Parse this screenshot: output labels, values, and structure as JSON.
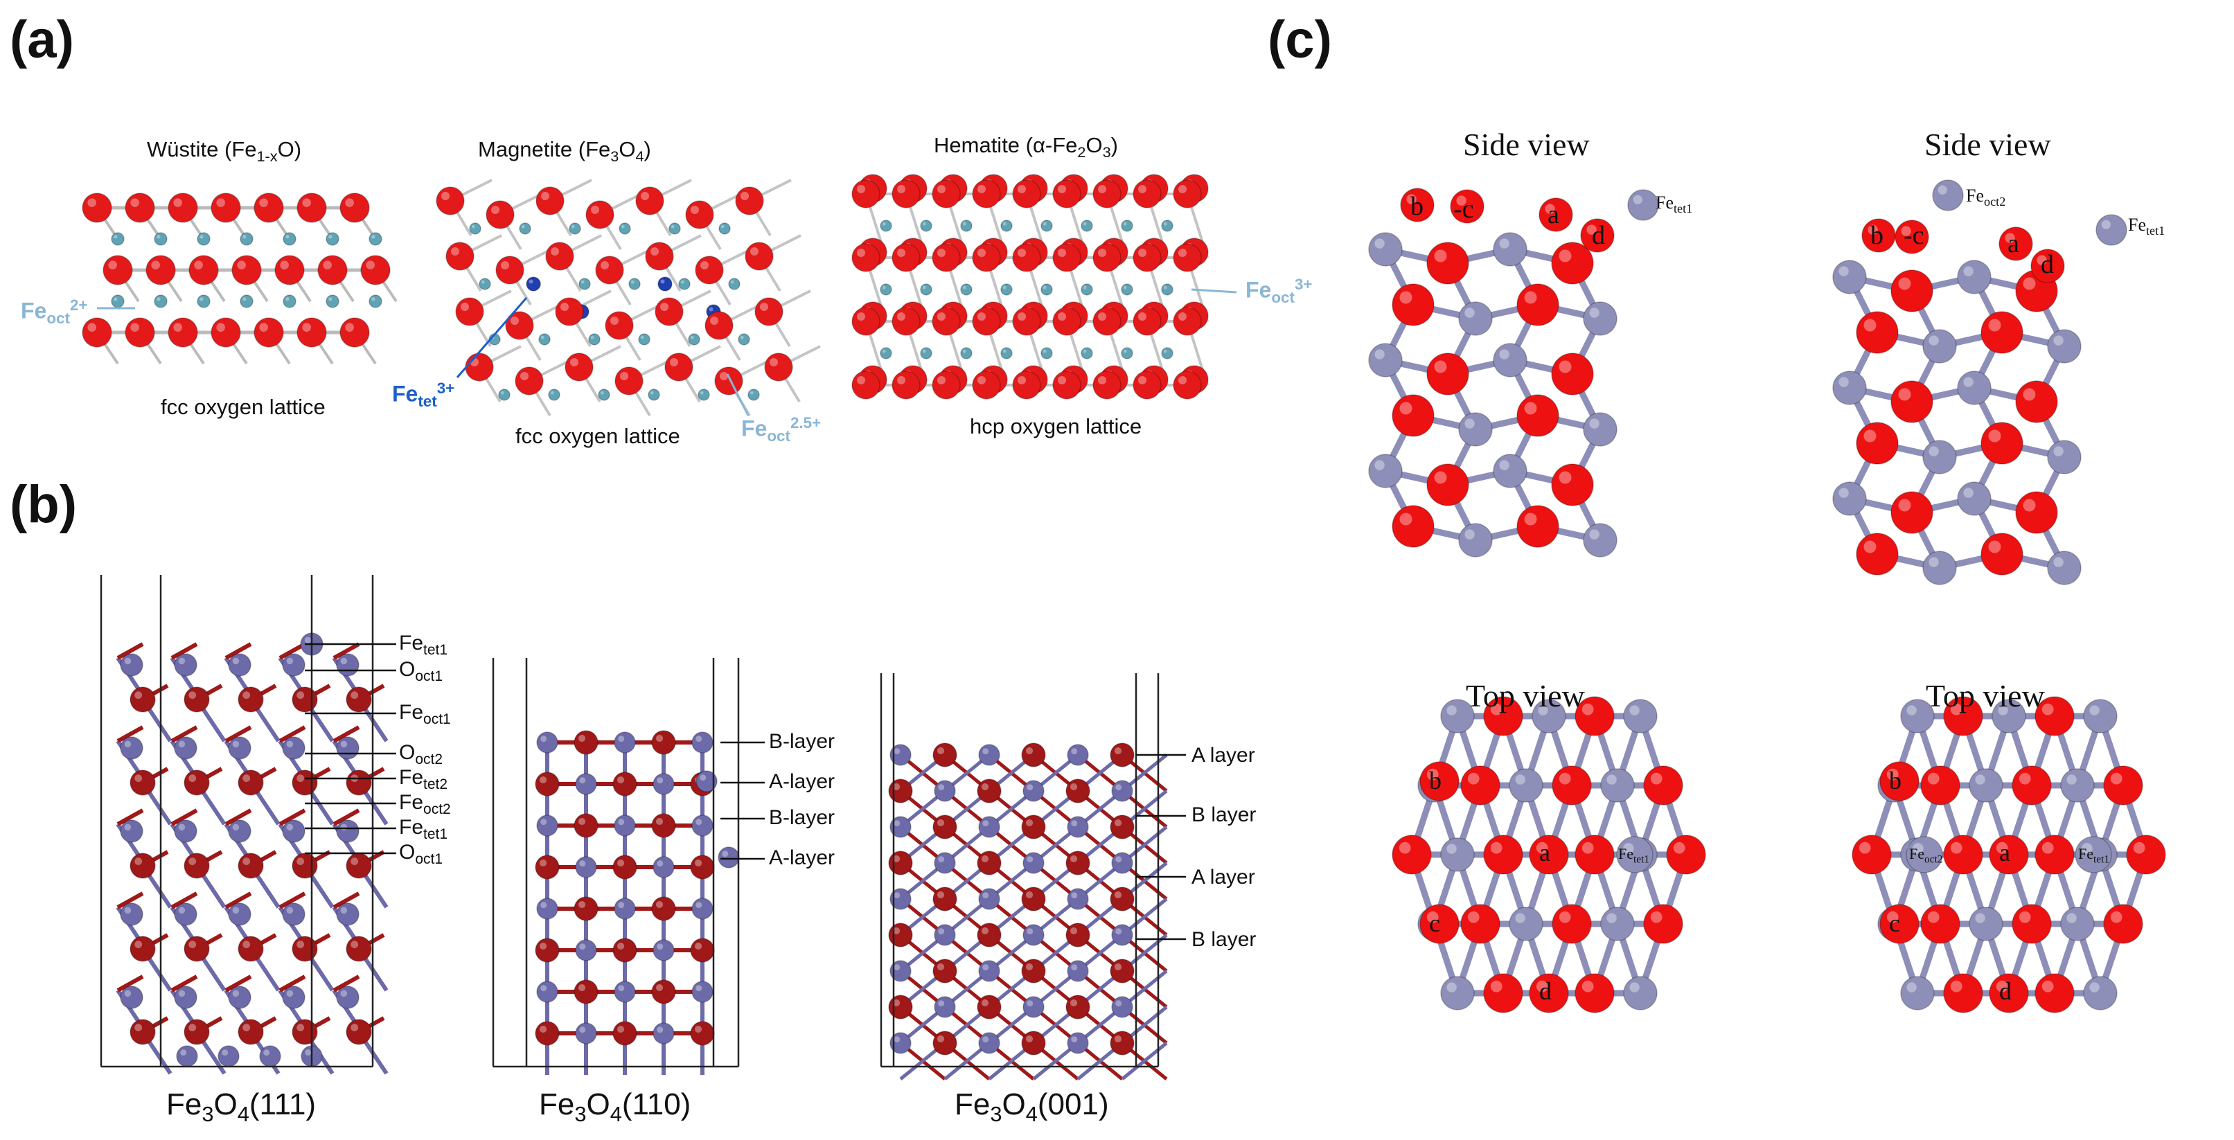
{
  "panels": {
    "a": "(a)",
    "b": "(b)",
    "c": "(c)"
  },
  "panel_a": {
    "structures": [
      {
        "name": "Wüstite (Fe",
        "sub": "1-x",
        "name_end": "O)",
        "lattice": "fcc oxygen lattice"
      },
      {
        "name": "Magnetite (Fe",
        "sub": "3",
        "mid": "O",
        "sub2": "4",
        "name_end": ")",
        "lattice": "fcc oxygen lattice"
      },
      {
        "name": "Hematite (α-Fe",
        "sub": "2",
        "mid": "O",
        "sub2": "3",
        "name_end": ")",
        "lattice": "hcp oxygen lattice"
      }
    ],
    "site_labels": {
      "w_oct": {
        "base": "Fe",
        "sub": "oct",
        "sup": "2+"
      },
      "m_tet": {
        "base": "Fe",
        "sub": "tet",
        "sup": "3+"
      },
      "m_oct": {
        "base": "Fe",
        "sub": "oct",
        "sup": "2.5+"
      },
      "h_oct": {
        "base": "Fe",
        "sub": "oct",
        "sup": "3+"
      }
    },
    "colors": {
      "oxygen": "#e41a1a",
      "fe_oct": "#5fa3b5",
      "fe_tet": "#1f3fb0",
      "label": "#8ab6d6",
      "label_tet": "#1d5fc9"
    }
  },
  "panel_b": {
    "slabs": [
      {
        "caption_base": "Fe",
        "caption_sub1": "3",
        "caption_mid": "O",
        "caption_sub2": "4",
        "caption_end": "(111)",
        "layers": [
          {
            "base": "Fe",
            "sub": "tet1"
          },
          {
            "base": "O",
            "sub": "oct1"
          },
          {
            "base": "Fe",
            "sub": "oct1"
          },
          {
            "base": "O",
            "sub": "oct2"
          },
          {
            "base": "Fe",
            "sub": "tet2"
          },
          {
            "base": "Fe",
            "sub": "oct2"
          },
          {
            "base": "Fe",
            "sub": "tet1"
          },
          {
            "base": "O",
            "sub": "oct1"
          }
        ]
      },
      {
        "caption_base": "Fe",
        "caption_sub1": "3",
        "caption_mid": "O",
        "caption_sub2": "4",
        "caption_end": "(110)",
        "layers": [
          "B-layer",
          "A-layer",
          "B-layer",
          "A-layer"
        ]
      },
      {
        "caption_base": "Fe",
        "caption_sub1": "3",
        "caption_mid": "O",
        "caption_sub2": "4",
        "caption_end": "(001)",
        "layers": [
          "A layer",
          "B layer",
          "A layer",
          "B layer"
        ]
      }
    ],
    "colors": {
      "oxygen": "#a01818",
      "iron": "#6c6aa8"
    }
  },
  "panel_c": {
    "side_view": "Side view",
    "top_view": "Top view",
    "left": {
      "side_labels": [
        "b",
        "-c",
        "a",
        "d"
      ],
      "fe_label": {
        "base": "Fe",
        "sub": "tet1"
      },
      "top_labels": [
        "b",
        "a",
        "c",
        "d"
      ],
      "top_fe": {
        "base": "Fe",
        "sub": "tet1"
      }
    },
    "right": {
      "side_labels": [
        "b",
        "-c",
        "a",
        "d"
      ],
      "fe_oct_label": {
        "base": "Fe",
        "sub": "oct2"
      },
      "fe_tet_label": {
        "base": "Fe",
        "sub": "tet1"
      },
      "top_labels": [
        "b",
        "a",
        "c",
        "d"
      ],
      "top_fe_oct": {
        "base": "Fe",
        "sub": "oct2"
      },
      "top_fe_tet": {
        "base": "Fe",
        "sub": "tet1"
      }
    },
    "colors": {
      "oxygen": "#ee1111",
      "iron": "#8e8fb8"
    }
  }
}
